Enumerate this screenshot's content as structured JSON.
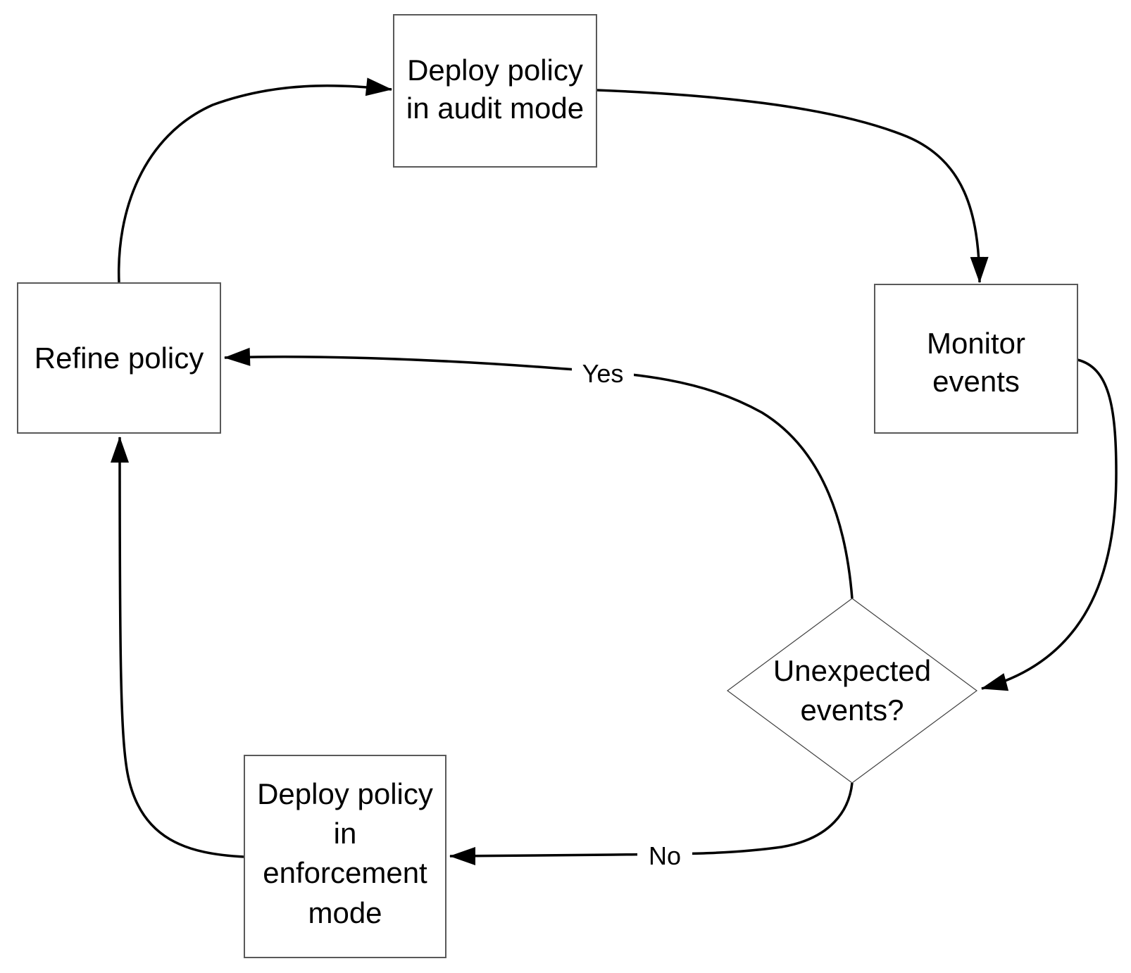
{
  "nodes": {
    "audit": {
      "label": "Deploy policy in audit mode",
      "lines": [
        "Deploy policy",
        "in audit mode"
      ]
    },
    "monitor": {
      "label": "Monitor events",
      "lines": [
        "Monitor",
        "events"
      ]
    },
    "decision": {
      "label": "Unexpected events?",
      "lines": [
        "Unexpected",
        "events?"
      ]
    },
    "enforce": {
      "label": "Deploy policy in enforcement mode",
      "lines": [
        "Deploy policy",
        "in",
        "enforcement",
        "mode"
      ]
    },
    "refine": {
      "label": "Refine policy",
      "lines": [
        "Refine policy"
      ]
    }
  },
  "edges": {
    "refine_to_audit": {
      "from": "refine",
      "to": "audit",
      "label": ""
    },
    "audit_to_monitor": {
      "from": "audit",
      "to": "monitor",
      "label": ""
    },
    "monitor_to_decision": {
      "from": "monitor",
      "to": "decision",
      "label": ""
    },
    "decision_to_refine": {
      "from": "decision",
      "to": "refine",
      "label": "Yes"
    },
    "decision_to_enforce": {
      "from": "decision",
      "to": "enforce",
      "label": "No"
    },
    "enforce_to_refine": {
      "from": "enforce",
      "to": "refine",
      "label": ""
    }
  },
  "colors": {
    "line": "#000000",
    "box_border": "#595959",
    "diamond_border": "#404040",
    "text": "#000000",
    "background": "#ffffff"
  }
}
